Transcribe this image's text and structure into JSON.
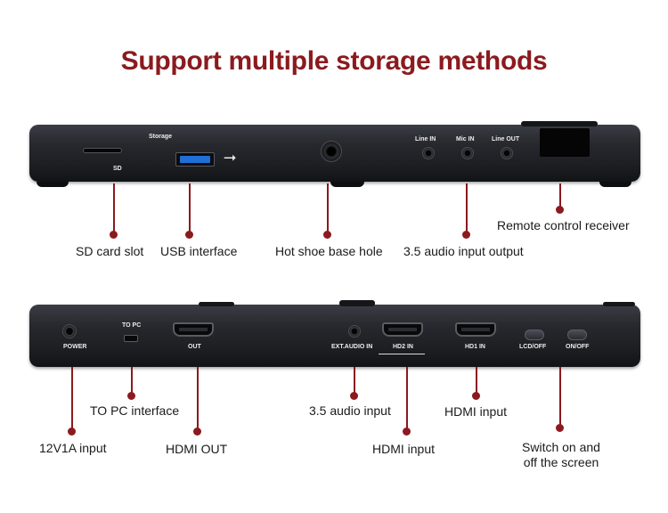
{
  "title": "Support multiple storage methods",
  "top_device": {
    "ports": {
      "sd": "SD",
      "storage": "Storage",
      "line_in": "Line IN",
      "mic_in": "Mic IN",
      "line_out": "Line OUT"
    },
    "callouts": {
      "sd_card_slot": "SD card slot",
      "usb_interface": "USB interface",
      "hot_shoe": "Hot shoe base hole",
      "audio_io": "3.5 audio input output",
      "remote": "Remote control receiver"
    }
  },
  "bottom_device": {
    "ports": {
      "power": "POWER",
      "to_pc": "TO PC",
      "out": "OUT",
      "ext_audio": "EXT.AUDIO IN",
      "hd2": "HD2 IN",
      "hd1": "HD1 IN",
      "lcd": "LCD/OFF",
      "onoff": "ON/OFF"
    },
    "callouts": {
      "to_pc": "TO PC interface",
      "input_12v": "12V1A input",
      "hdmi_out": "HDMI OUT",
      "audio_in": "3.5 audio input",
      "hdmi_input_1": "HDMI input",
      "hdmi_input_2": "HDMI input",
      "switch_line1": "Switch on and",
      "switch_line2": "off the screen"
    }
  },
  "colors": {
    "accent": "#8b1a1e",
    "usb_blue": "#1f6fd6",
    "device_body": "#26282d"
  }
}
